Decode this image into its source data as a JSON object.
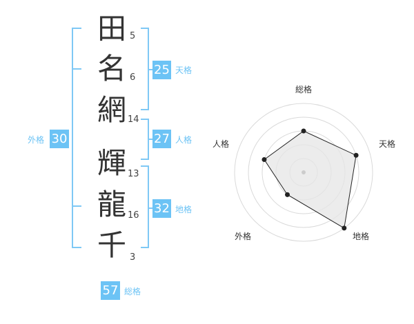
{
  "name": {
    "characters": [
      {
        "char": "田",
        "strokes": "5"
      },
      {
        "char": "名",
        "strokes": "6"
      },
      {
        "char": "網",
        "strokes": "14"
      },
      {
        "char": "輝",
        "strokes": "13"
      },
      {
        "char": "龍",
        "strokes": "16"
      },
      {
        "char": "千",
        "strokes": "3"
      }
    ]
  },
  "kakusu": {
    "tenkaku": {
      "value": "25",
      "label": "天格"
    },
    "jinkaku": {
      "value": "27",
      "label": "人格"
    },
    "chikaku": {
      "value": "32",
      "label": "地格"
    },
    "gaikaku": {
      "value": "30",
      "label": "外格"
    },
    "soukaku": {
      "value": "57",
      "label": "総格"
    }
  },
  "radar": {
    "axes": [
      "総格",
      "天格",
      "地格",
      "外格",
      "人格"
    ],
    "ring_levels": 5,
    "scores": [
      3,
      4,
      5,
      2,
      3
    ],
    "max": 5
  },
  "colors": {
    "accent": "#6cc3f5",
    "bracket": "#7ec8f5",
    "text": "#333333",
    "radar_fill": "#e6e6e6",
    "radar_line": "#222222"
  }
}
